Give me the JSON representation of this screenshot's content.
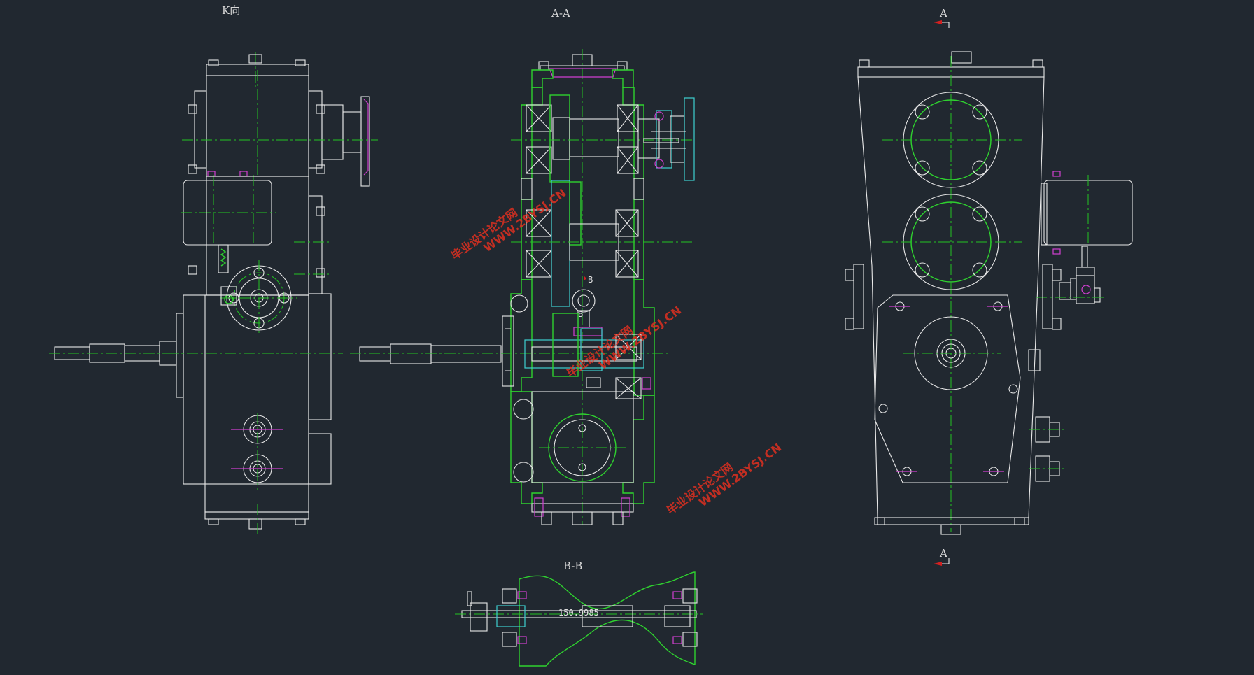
{
  "drawing": {
    "view_k_label": "K向",
    "view_aa_label": "A-A",
    "view_bb_label": "B-B",
    "section_mark_top": "A",
    "section_mark_bottom": "A",
    "section_b_mark_1": "B",
    "section_b_mark_2": "B",
    "dimension_bb": "150.9985"
  },
  "watermarks": [
    {
      "line1": "毕业设计论文网",
      "line2": "WWW.2BYSJ.CN"
    },
    {
      "line1": "毕业设计论文网",
      "line2": "WWW.2BYSJ.CN"
    },
    {
      "line1": "毕业设计论文网",
      "line2": "WWW.2BYSJ.CN"
    }
  ],
  "colors": {
    "background": "#212830",
    "outline": "#e8e8e8",
    "centerline": "#22c422",
    "hatch": "#2fd22f",
    "bolt": "#d13fd1",
    "section_arrow": "#d42020"
  }
}
